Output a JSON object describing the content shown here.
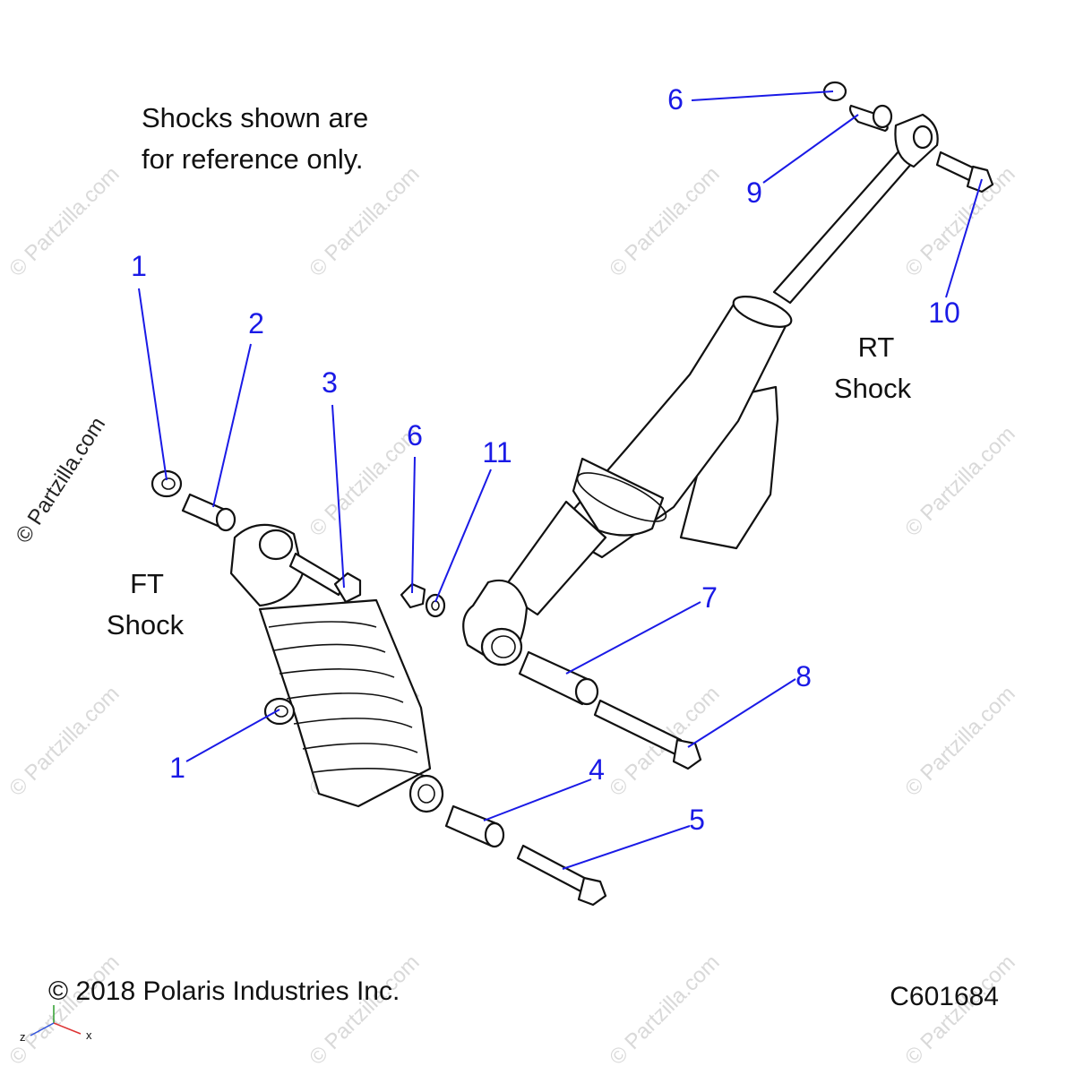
{
  "diagram": {
    "note": [
      "Shocks shown are",
      "for reference only."
    ],
    "labels": {
      "front_shock": [
        "FT",
        "Shock"
      ],
      "rear_shock": [
        "RT",
        "Shock"
      ]
    },
    "callouts": [
      "1",
      "2",
      "3",
      "6",
      "11",
      "1",
      "4",
      "5",
      "6",
      "9",
      "10",
      "7",
      "8"
    ],
    "copyright": "© 2018 Polaris Industries Inc.",
    "drawing_id": "C601684",
    "watermark": "© Partzilla.com",
    "axis": {
      "z": "z",
      "x": "x"
    }
  },
  "colors": {
    "callout": "#1a1ae6",
    "line": "#111111",
    "watermark": "#d9d9d9"
  }
}
